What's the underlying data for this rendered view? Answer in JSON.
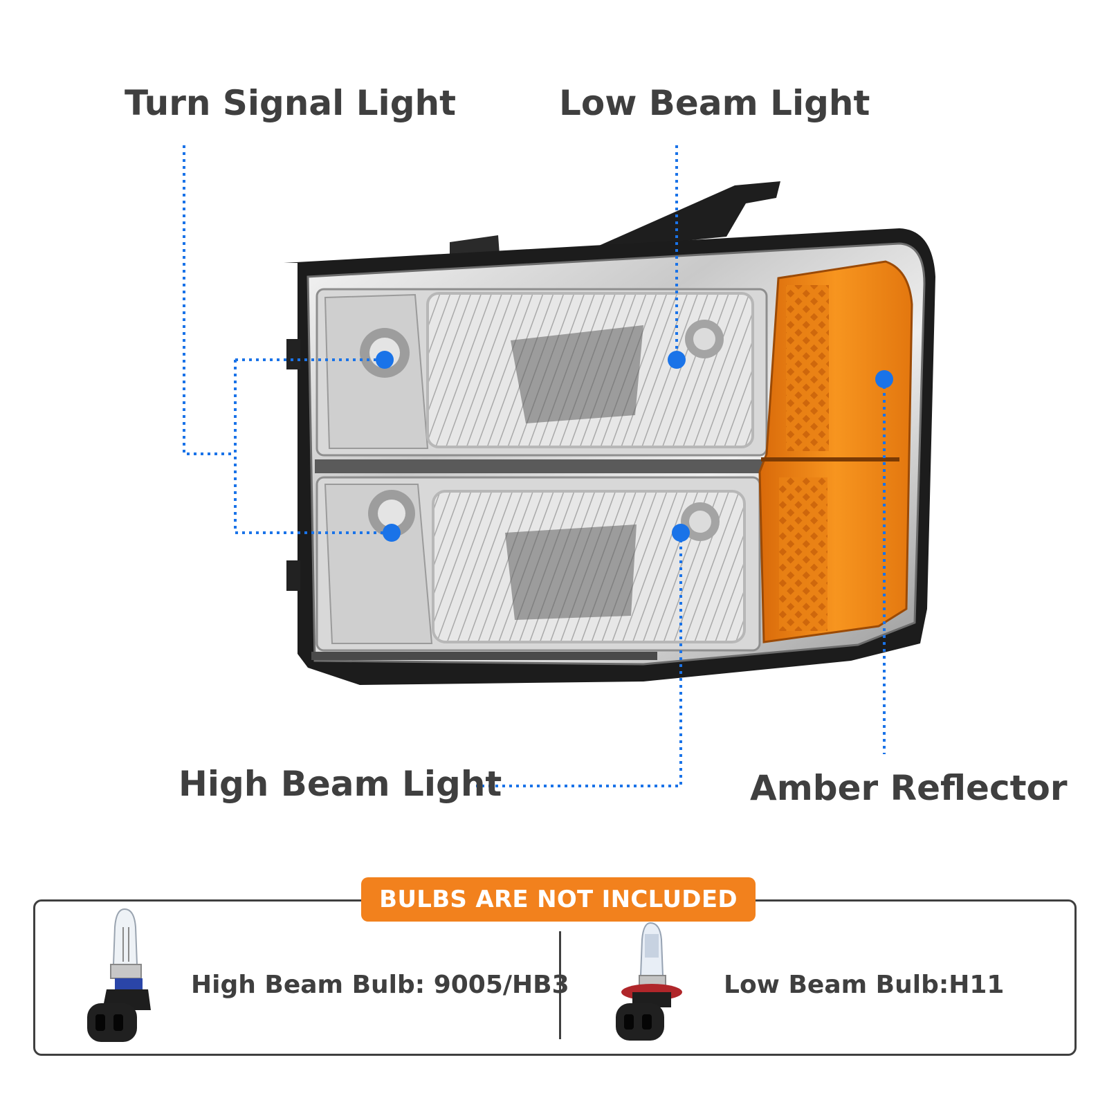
{
  "labels": {
    "turn_signal": "Turn Signal Light",
    "low_beam": "Low Beam Light",
    "high_beam": "High Beam Light",
    "amber_reflector": "Amber Reflector"
  },
  "notice": "BULBS ARE NOT INCLUDED",
  "bulbs": {
    "high_beam": "High Beam Bulb: 9005/HB3",
    "low_beam": "Low Beam Bulb:H11"
  },
  "colors": {
    "callout_blue": "#1a73e8",
    "amber": "#f5851f",
    "text": "#3f3f3f",
    "badge": "#f2811d"
  },
  "icons": [
    "headlight-assembly-image",
    "hb3-bulb-icon",
    "h11-bulb-icon"
  ]
}
